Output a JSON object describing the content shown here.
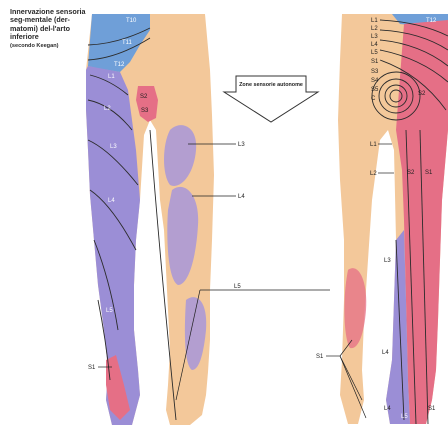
{
  "title": {
    "main": "Innervazione sensoria seg-mentale (der-matomi) del-l'arto inferiore",
    "source": "(secondo Keegan)"
  },
  "legend": {
    "arrow_text": "Zone sensorie autonome"
  },
  "colors": {
    "skin": "#f3c89a",
    "blue_zone": "#6f9fd8",
    "purple_zone": "#9b8ed6",
    "pink_zone": "#e56f86",
    "autonomous_zone": "#a797d9"
  },
  "front_view": {
    "segment_labels": [
      "T10",
      "T11",
      "T12",
      "L1",
      "L2",
      "S2",
      "S3",
      "L3",
      "L4",
      "L5",
      "S1"
    ],
    "callouts": [
      "L3",
      "L4",
      "L5"
    ]
  },
  "back_view": {
    "segment_labels": [
      "T12",
      "L1",
      "L2",
      "L3",
      "L4",
      "L5",
      "S1",
      "S3",
      "S4",
      "S5",
      "C",
      "S2",
      "L1",
      "L2",
      "S2",
      "S1",
      "L3",
      "L4",
      "S1",
      "L4",
      "L5",
      "S1"
    ]
  }
}
